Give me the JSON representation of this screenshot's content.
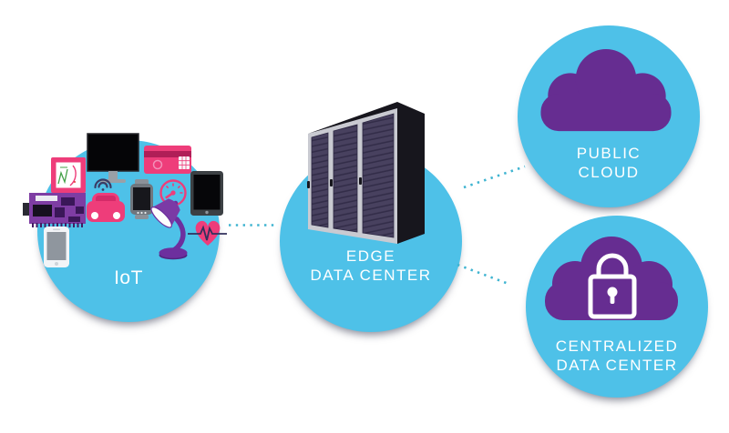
{
  "diagram": {
    "type": "edge-computing-architecture",
    "nodes": {
      "iot": {
        "label": "IoT",
        "device_icons": [
          "desktop-monitor",
          "picture-frame",
          "credit-card",
          "circuit-board",
          "connected-car",
          "wifi-signal",
          "smartwatch",
          "speedometer",
          "tablet",
          "smartphone",
          "desk-lamp",
          "heart-rate-monitor"
        ]
      },
      "edge": {
        "line1": "EDGE",
        "line2": "DATA CENTER",
        "icon": "server-rack"
      },
      "public_cloud": {
        "line1": "PUBLIC",
        "line2": "CLOUD",
        "icon": "cloud"
      },
      "centralized": {
        "line1": "CENTRALIZED",
        "line2": "DATA CENTER",
        "icon": "cloud-with-lock"
      }
    },
    "connections": [
      {
        "from": "iot",
        "to": "edge",
        "style": "dotted"
      },
      {
        "from": "edge",
        "to": "public_cloud",
        "style": "dotted"
      },
      {
        "from": "edge",
        "to": "centralized",
        "style": "dotted"
      }
    ],
    "colors": {
      "node_blue": "#4ec1e8",
      "icon_purple": "#662d91",
      "accent_pink": "#ee3d7a",
      "connector_teal": "#3fb4d1",
      "label_text": "#ffffff",
      "rack_door": "#48415f",
      "rack_frame": "#c9cad1"
    }
  }
}
